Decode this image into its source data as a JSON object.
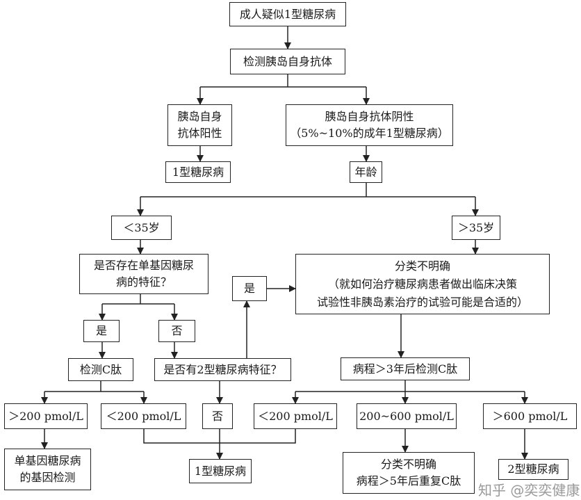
{
  "nodes": {
    "start": "成人疑似1型糖尿病",
    "test_antibody": "检测胰岛自身抗体",
    "antibody_positive": [
      "胰岛自身",
      "抗体阳性"
    ],
    "antibody_negative": [
      "胰岛自身抗体阴性",
      "（5%~10%的成年1型糖尿病）"
    ],
    "t1d_a": "1型糖尿病",
    "age": "年龄",
    "age_lt35": "＜35岁",
    "age_gt35": "＞35岁",
    "monogenic_q": [
      "是否存在单基因糖尿",
      "病的特征？"
    ],
    "unclear": [
      "分类不明确",
      "（就如何治疗糖尿病患者做出临床决策",
      "试验性非胰岛素治疗的试验可能是合适的）"
    ],
    "yes_mid": "是",
    "yes_left": "是",
    "no_left": "否",
    "test_cpep": "检测C肽",
    "t2d_q": "是否有2型糖尿病特征？",
    "duration3": "病程＞3年后检测C肽",
    "gt200": "＞200 pmol/L",
    "lt200_a": "＜200 pmol/L",
    "no_mid": "否",
    "lt200_b": "＜200 pmol/L",
    "range200_600": "200~600 pmol/L",
    "gt600": "＞600 pmol/L",
    "monogenic_test": [
      "单基因糖尿病",
      "的基因检测"
    ],
    "t1d_b": "1型糖尿病",
    "unclear2": [
      "分类不明确",
      "病程＞5年后重复C肽"
    ],
    "t2d": "2型糖尿病"
  },
  "watermark": "知乎 @奕奕健康"
}
